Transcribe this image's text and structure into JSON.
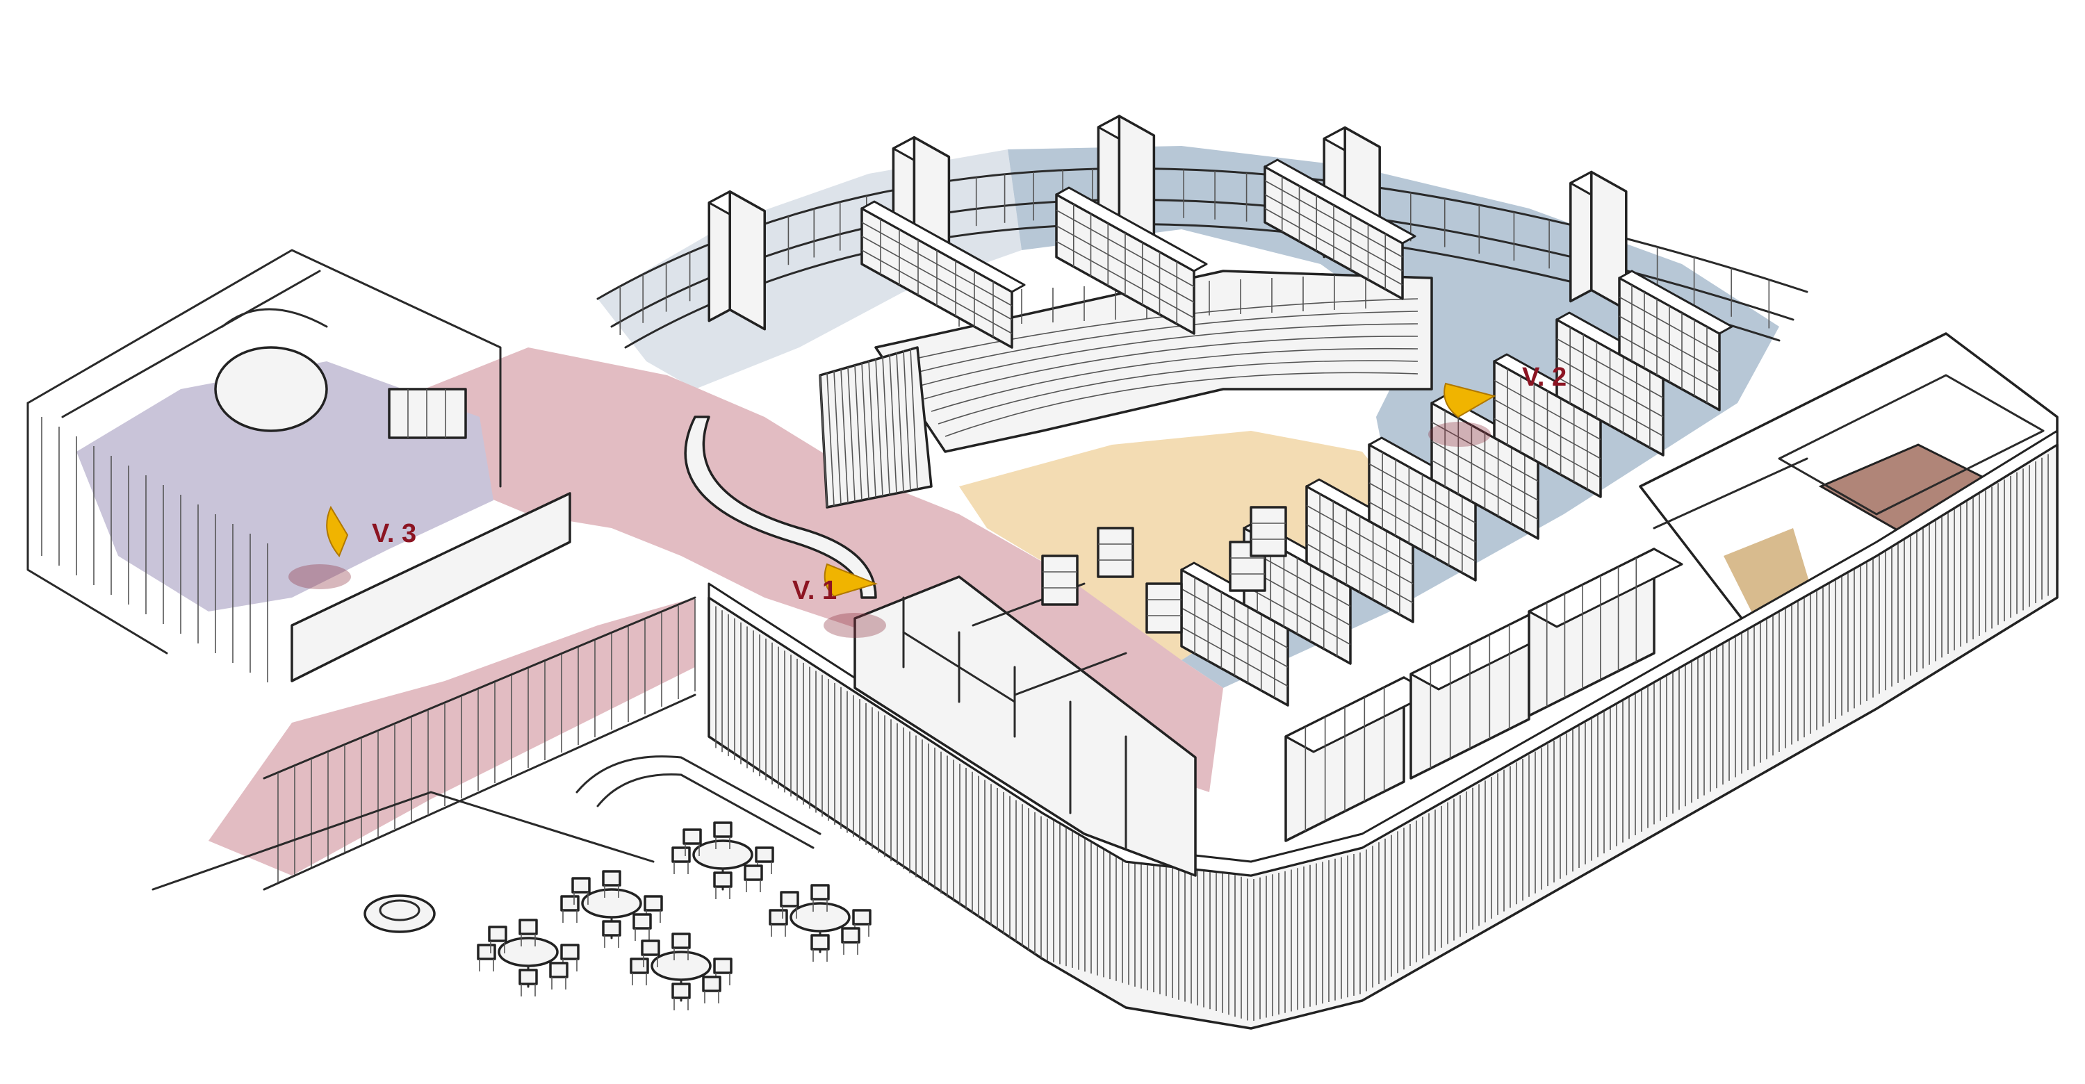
{
  "colors": {
    "zone_entrance": "#e2bcc2",
    "zone_reading": "#f3dcb3",
    "zone_stacks": "#b7c7d6",
    "zone_lounge": "#dde3ea",
    "zone_hall": "#c9c4d9",
    "zone_room": "#b08578",
    "zone_corridor": "#d8bb8e",
    "camera_cone": "#f0b400",
    "view_label": "#8c1422",
    "line": "#2a2a2a",
    "wall_fill": "#f4f4f4"
  },
  "view_markers": [
    {
      "id": "v1",
      "label": "V. 1",
      "icon": "camera-view-cone-icon"
    },
    {
      "id": "v2",
      "label": "V. 2",
      "icon": "camera-view-cone-icon"
    },
    {
      "id": "v3",
      "label": "V. 3",
      "icon": "camera-view-cone-icon"
    }
  ]
}
